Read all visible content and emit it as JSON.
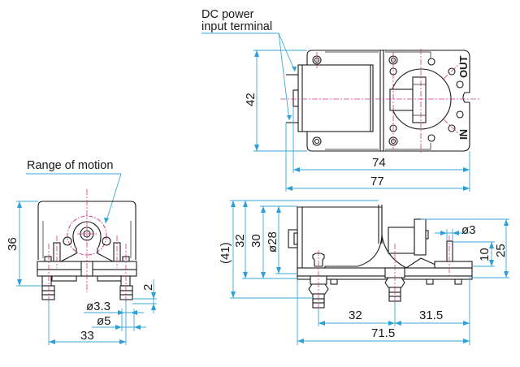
{
  "labels": {
    "dc_power_line1": "DC power",
    "dc_power_line2": "input terminal",
    "range_of_motion": "Range of motion",
    "out_port": "OUT",
    "in_port": "IN"
  },
  "top_view": {
    "dims": {
      "height": "42",
      "inner_length": "74",
      "overall_length": "77"
    }
  },
  "end_view": {
    "dims": {
      "height": "36",
      "step": "2",
      "hole_dia": "ø3.3",
      "boss_dia": "ø5",
      "mount_spacing": "33"
    }
  },
  "side_view": {
    "dims": {
      "overall_height": "(41)",
      "height_32": "32",
      "height_30": "30",
      "motor_dia": "ø28",
      "pin_dia": "ø3",
      "pin_height": "10",
      "right_height": "25",
      "mount_spacing_left": "32",
      "mount_spacing_right": "31.5",
      "overall_length": "71.5"
    }
  },
  "colors": {
    "outline": "#1a1a1a",
    "centerline": "#d4338a",
    "dimension": "#3aa8d8"
  }
}
